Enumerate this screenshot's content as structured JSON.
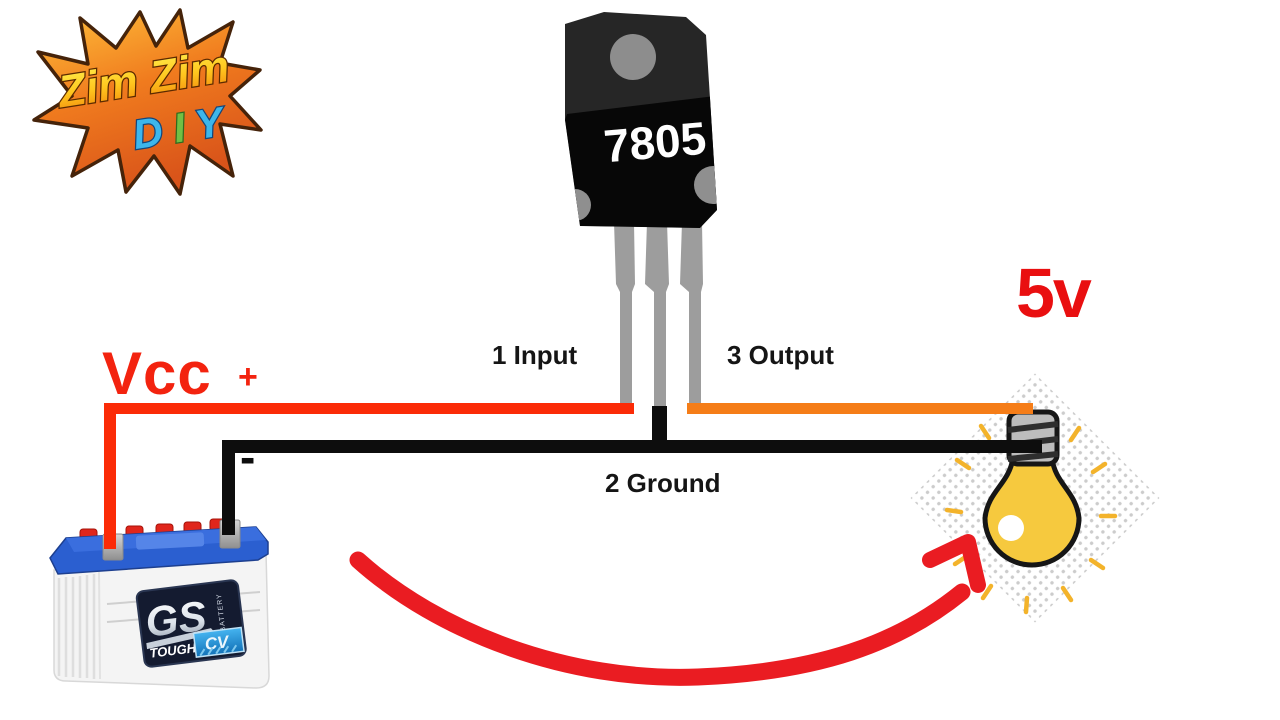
{
  "logo": {
    "title": "Zim Zim",
    "diy": [
      "D",
      "I",
      "Y"
    ]
  },
  "regulator": {
    "part": "7805",
    "pin1_label": "1 Input",
    "pin2_label": "2 Ground",
    "pin3_label": "3 Output"
  },
  "supply": {
    "label": "Vcc",
    "plus": "+",
    "minus": "-"
  },
  "load": {
    "voltage": "5v"
  },
  "battery": {
    "brand": "GS",
    "vertical_text": "BATTERY",
    "tagline": "TOUGH",
    "series": "CV"
  },
  "colors": {
    "wire_positive": "#fb2b07",
    "wire_output": "#f57d18",
    "wire_ground": "#0d0d0d",
    "vcc_text": "#f3230f",
    "voltage_text": "#e90f10",
    "annotation_arrow": "#ea1c22",
    "bulb_fill": "#f6c93e",
    "battery_blue": "#2b5fd0",
    "logo_orange": "#f07b1e"
  }
}
